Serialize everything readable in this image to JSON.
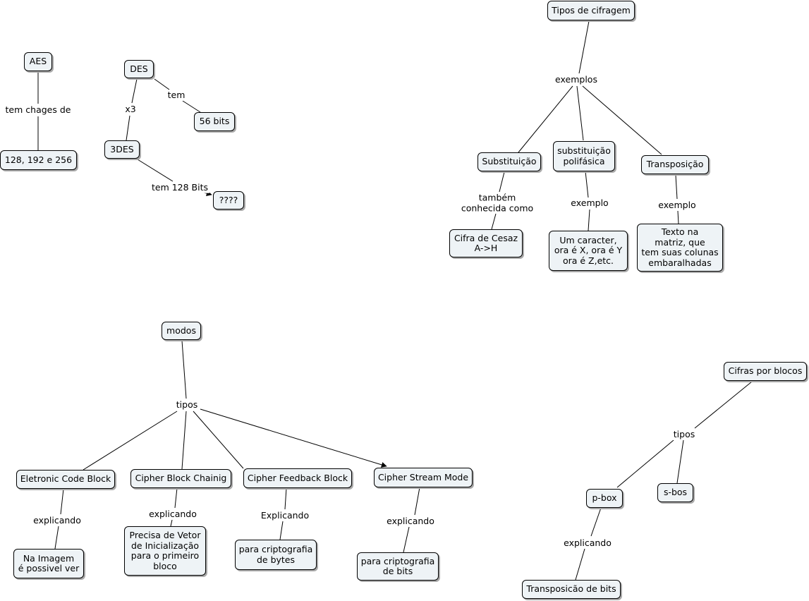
{
  "concept_map": {
    "nodes": {
      "tipos_cifragem": "Tipos de cifragem",
      "substituicao": "Substituição",
      "substituicao_polifasica": "substituição\npolifásica",
      "transposicao": "Transposição",
      "cifra_cesaz": "Cifra de Cesaz\nA->H",
      "um_caracter": "Um caracter,\nora é X, ora é Y\nora é Z,etc.",
      "texto_matriz": "Texto na\nmatriz, que\ntem suas colunas\nembaralhadas",
      "aes": "AES",
      "aes_bits": "128, 192 e 256",
      "des": "DES",
      "des_bits": "56 bits",
      "tdes": "3DES",
      "unknown": "????",
      "modos": "modos",
      "ecb": "Eletronic Code Block",
      "cbc": "Cipher Block Chainig",
      "cfb": "Cipher Feedback Block",
      "csm": "Cipher Stream Mode",
      "na_imagem": "Na Imagem\né possivel ver",
      "precisa_vetor": "Precisa de Vetor\nde Inicialização\npara o primeiro\nbloco",
      "cripto_bytes": "para criptografia\nde bytes",
      "cripto_bits": "para criptografia\nde bits",
      "cifras_blocos": "Cifras por blocos",
      "pbox": "p-box",
      "sbox": "s-bos",
      "transposicao_bits": "Transposicão de bits"
    },
    "linking_phrases": {
      "exemplos": "exemplos",
      "tambem": "também\nconhecida como",
      "exemplo_1": "exemplo",
      "exemplo_2": "exemplo",
      "tem_chages": "tem chages de",
      "x3": "x3",
      "tem": "tem",
      "tem_128": "tem 128 Bits",
      "tipos_modos": "tipos",
      "explicando_ecb": "explicando",
      "explicando_cbc": "explicando",
      "explicando_cfb": "Explicando",
      "explicando_csm": "explicando",
      "tipos_blocos": "tipos",
      "explicando_pbox": "explicando"
    },
    "colors": {
      "node_fill": "#eef3f6",
      "node_border": "#000000",
      "node_shadow": "#a9a9a9",
      "line": "#000000"
    }
  }
}
